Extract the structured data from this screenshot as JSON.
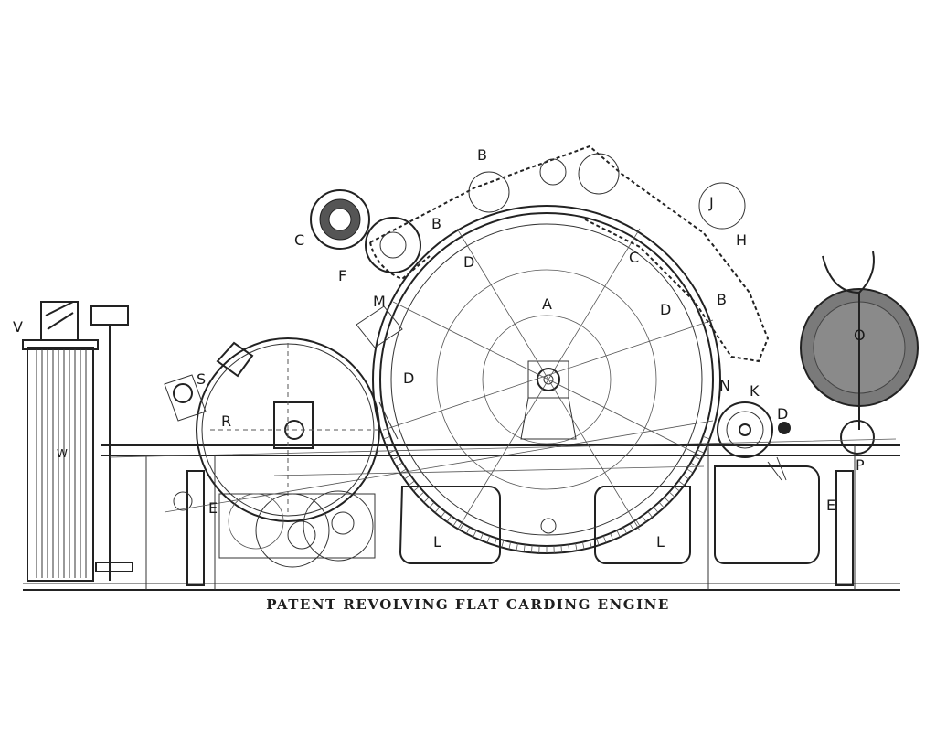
{
  "caption": "PATENT REVOLVING FLAT CARDING ENGINE",
  "labels": {
    "A": "A",
    "B": "B",
    "C": "C",
    "D": "D",
    "E": "E",
    "F": "F",
    "H": "H",
    "J": "J",
    "K": "K",
    "L": "L",
    "M": "M",
    "N": "N",
    "O": "O",
    "P": "P",
    "R": "R",
    "S": "S",
    "V": "V",
    "W": "W"
  },
  "colors": {
    "ink": "#1a1a1a",
    "paper": "#ffffff",
    "shade": "#7a7a7a"
  }
}
